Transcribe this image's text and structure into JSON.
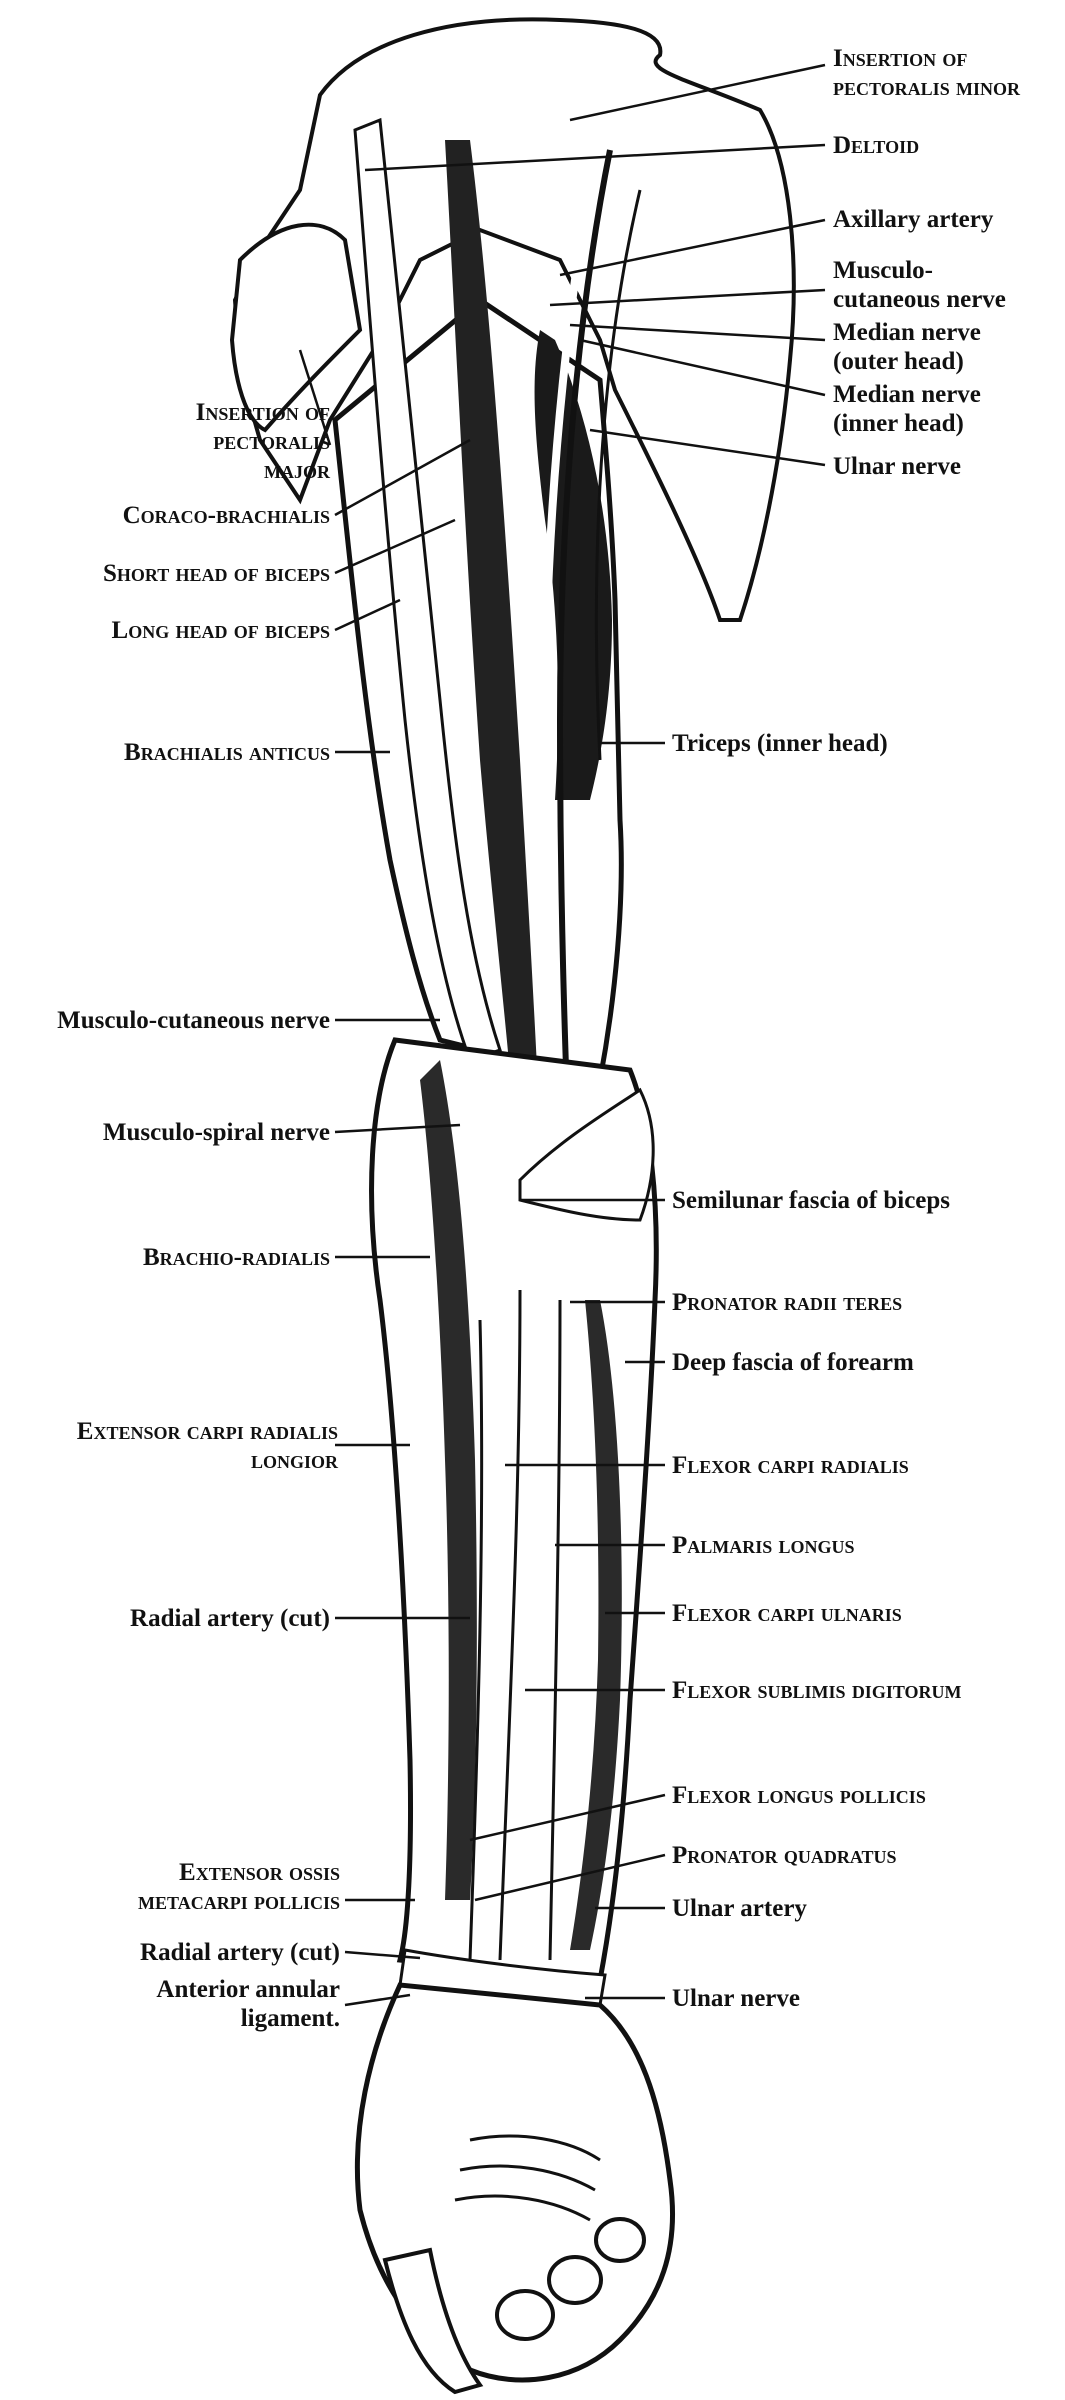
{
  "labels": {
    "insertion_pectoralis_minor": "Insertion of\npectoralis minor",
    "deltoid": "Deltoid",
    "axillary_artery": "Axillary artery",
    "musculocutaneous_nerve_upper": "Musculo-\ncutaneous nerve",
    "median_nerve_outer": "Median nerve\n(outer head)",
    "median_nerve_inner": "Median nerve\n(inner head)",
    "ulnar_nerve_upper": "Ulnar nerve",
    "insertion_pectoralis_major": "Insertion of\npectoralis\nmajor",
    "coraco_brachialis": "Coraco-brachialis",
    "short_head_biceps": "Short head of biceps",
    "long_head_biceps": "Long head of biceps",
    "brachialis_anticus": "Brachialis anticus",
    "triceps_inner_head": "Triceps (inner head)",
    "musculocutaneous_nerve_lower": "Musculo-cutaneous nerve",
    "musculospiral_nerve": "Musculo-spiral nerve",
    "semilunar_fascia": "Semilunar fascia of biceps",
    "brachio_radialis": "Brachio-radialis",
    "pronator_radii_teres": "Pronator radii teres",
    "deep_fascia_forearm": "Deep fascia of forearm",
    "extensor_carpi_radialis": "Extensor carpi radialis\nlongior",
    "flexor_carpi_radialis": "Flexor carpi radialis",
    "palmaris_longus": "Palmaris longus",
    "radial_artery_cut_1": "Radial artery (cut)",
    "flexor_carpi_ulnaris": "Flexor carpi ulnaris",
    "flexor_sublimis": "Flexor sublimis digitorum",
    "flexor_longus_pollicis": "Flexor longus pollicis",
    "extensor_ossis": "Extensor ossis\nmetacarpi pollicis",
    "pronator_quadratus": "Pronator quadratus",
    "ulnar_artery": "Ulnar artery",
    "radial_artery_cut_2": "Radial artery (cut)",
    "anterior_annular": "Anterior annular\nligament.",
    "ulnar_nerve_lower": "Ulnar nerve"
  }
}
